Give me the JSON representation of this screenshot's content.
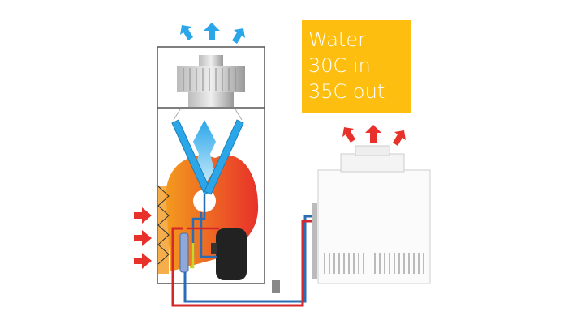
{
  "label": {
    "lines": [
      "Water",
      "30C in",
      "35C out"
    ],
    "background": "#FDBE0F"
  },
  "colors": {
    "cool_air": "#2BA6E8",
    "hot_air": "#E8312A",
    "heat_zone": "#F07A1E",
    "supply_pipe": "#D7262B",
    "return_pipe": "#2A6DB5"
  }
}
